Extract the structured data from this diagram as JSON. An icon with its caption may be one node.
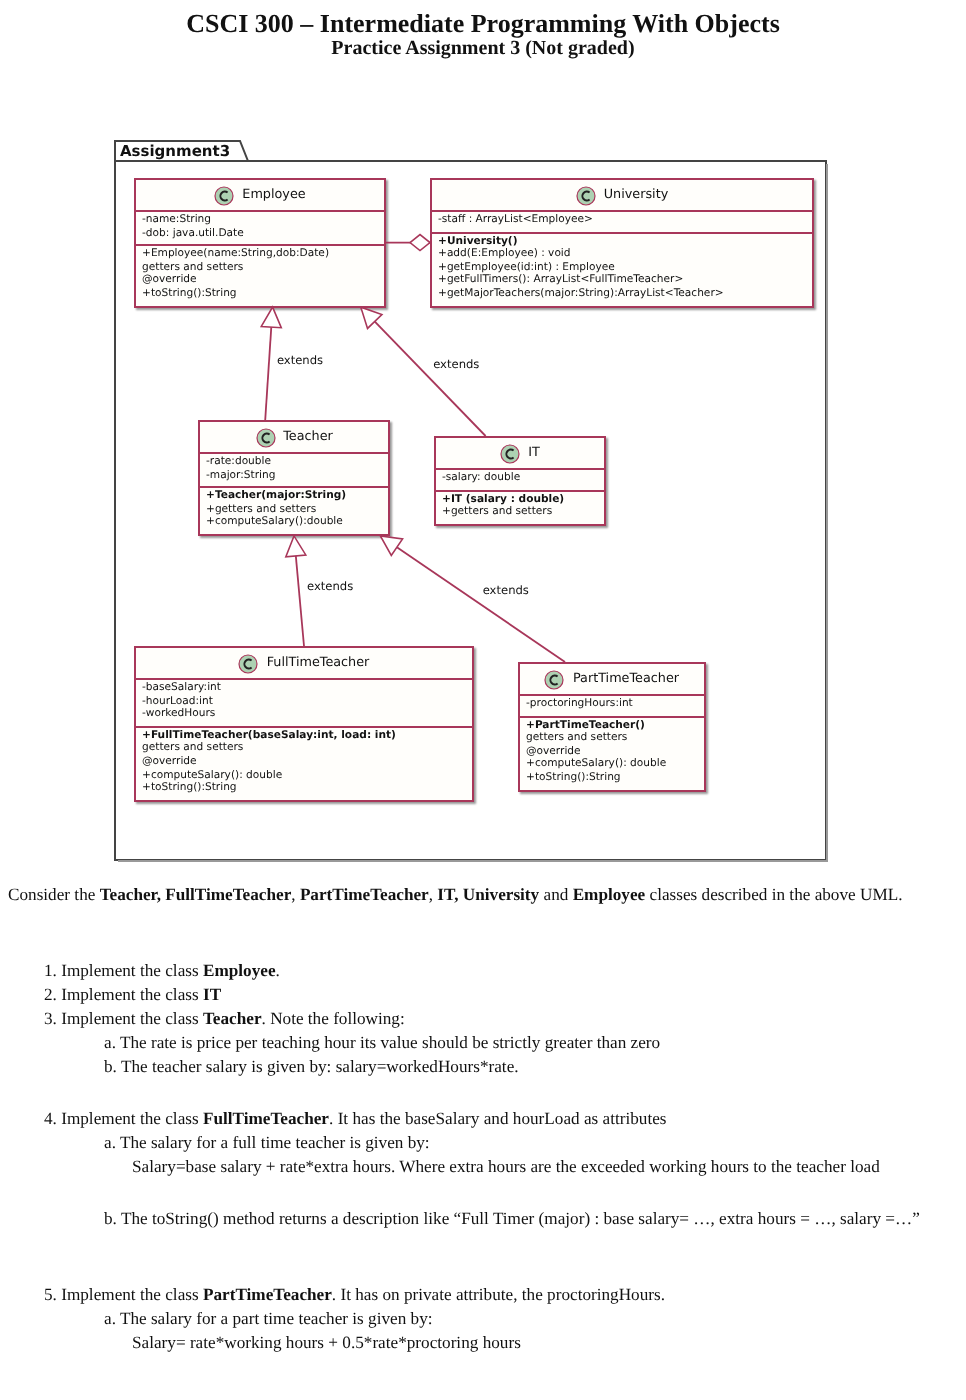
{
  "diagram": {
    "title": "CSCI 300 – Intermediate Programming With Objects",
    "nodes": [
      {
        "text": [
          "Assignment3"
        ]
      },
      {
        "text": [
          "Employee",
          "-name:String",
          "-dob: java.util.Date",
          "+Employee(name:String,dob:Date)",
          "getters and setters",
          "@override",
          "+toString():String"
        ],
        "in": 0
      },
      {
        "text": [
          "University",
          "-staff : ArrayList<Employee>",
          "+University()",
          "+add(E:Employee) : void",
          "+getEmployee(id:int) : Employee",
          "+getFullTimers(): ArrayList<FullTimeTeacher>",
          "+getMajorTeachers(major:String):ArrayList<Teacher>"
        ],
        "in": 0
      },
      {
        "text": [
          "Teacher",
          "-rate:double",
          "-major:String",
          "+Teacher(major:String)",
          "+getters and setters",
          "+computeSalary():double"
        ],
        "in": 0
      },
      {
        "text": [
          "IT",
          "-salary: double",
          "+IT (salary : double)",
          "+getters and setters"
        ],
        "in": 0
      },
      {
        "text": [
          "FullTimeTeacher",
          "-baseSalary:int",
          "-hourLoad:int",
          "-workedHours",
          "+FullTimeTeacher(baseSalay:int, load: int)",
          "getters and setters",
          "@override",
          "+computeSalary(): double",
          "+toString():String"
        ],
        "in": 0
      },
      {
        "text": [
          "PartTimeTeacher",
          "-proctoringHours:int",
          "+PartTimeTeacher()",
          "getters and setters",
          "@override",
          "+computeSalary(): double",
          "+toString():String"
        ],
        "in": 0
      }
    ],
    "edges": [
      {
        "from": 1,
        "to": 2,
        "arrow": "other"
      },
      {
        "from": 3,
        "to": 1,
        "arrow": "to",
        "label": "extends"
      },
      {
        "from": 4,
        "to": 1,
        "arrow": "to",
        "label": "extends"
      },
      {
        "from": 5,
        "to": 3,
        "arrow": "to",
        "label": "extends"
      },
      {
        "from": 6,
        "to": 3,
        "arrow": "to",
        "label": "extends"
      }
    ],
    "labels": [
      "Practice Assignment 3 (Not graded)",
      "Consider the **Teacher, FullTimeTeacher**, **PartTimeTeacher**, **IT, University** and **Employee** classes described in the above UML.",
      "1. Implement the class **Employee**.",
      "2. Implement the class **IT**",
      "3. Implement the class **Teacher**. Note the following:",
      "a. The rate is price per teaching hour its value should be strictly greater than zero",
      "b. The teacher salary is given by: salary=workedHours*rate.",
      "4. Implement the class **FullTimeTeacher**. It has the baseSalary and hourLoad as attributes",
      "a. The salary for a full time teacher is given by:",
      "Salary=base salary + rate*extra hours. Where extra hours are the exceeded working hours to the teacher load",
      "b. The toString() method returns a description like “Full Timer (major) : base salary= …, extra hours = …, salary =…”",
      "5. Implement the class **PartTimeTeacher**. It has on private attribute, the proctoringHours.",
      "a. The salary for a part time teacher is given by:",
      "Salary= rate*working hours + 0.5*rate*proctoring hours"
    ]
  }
}
